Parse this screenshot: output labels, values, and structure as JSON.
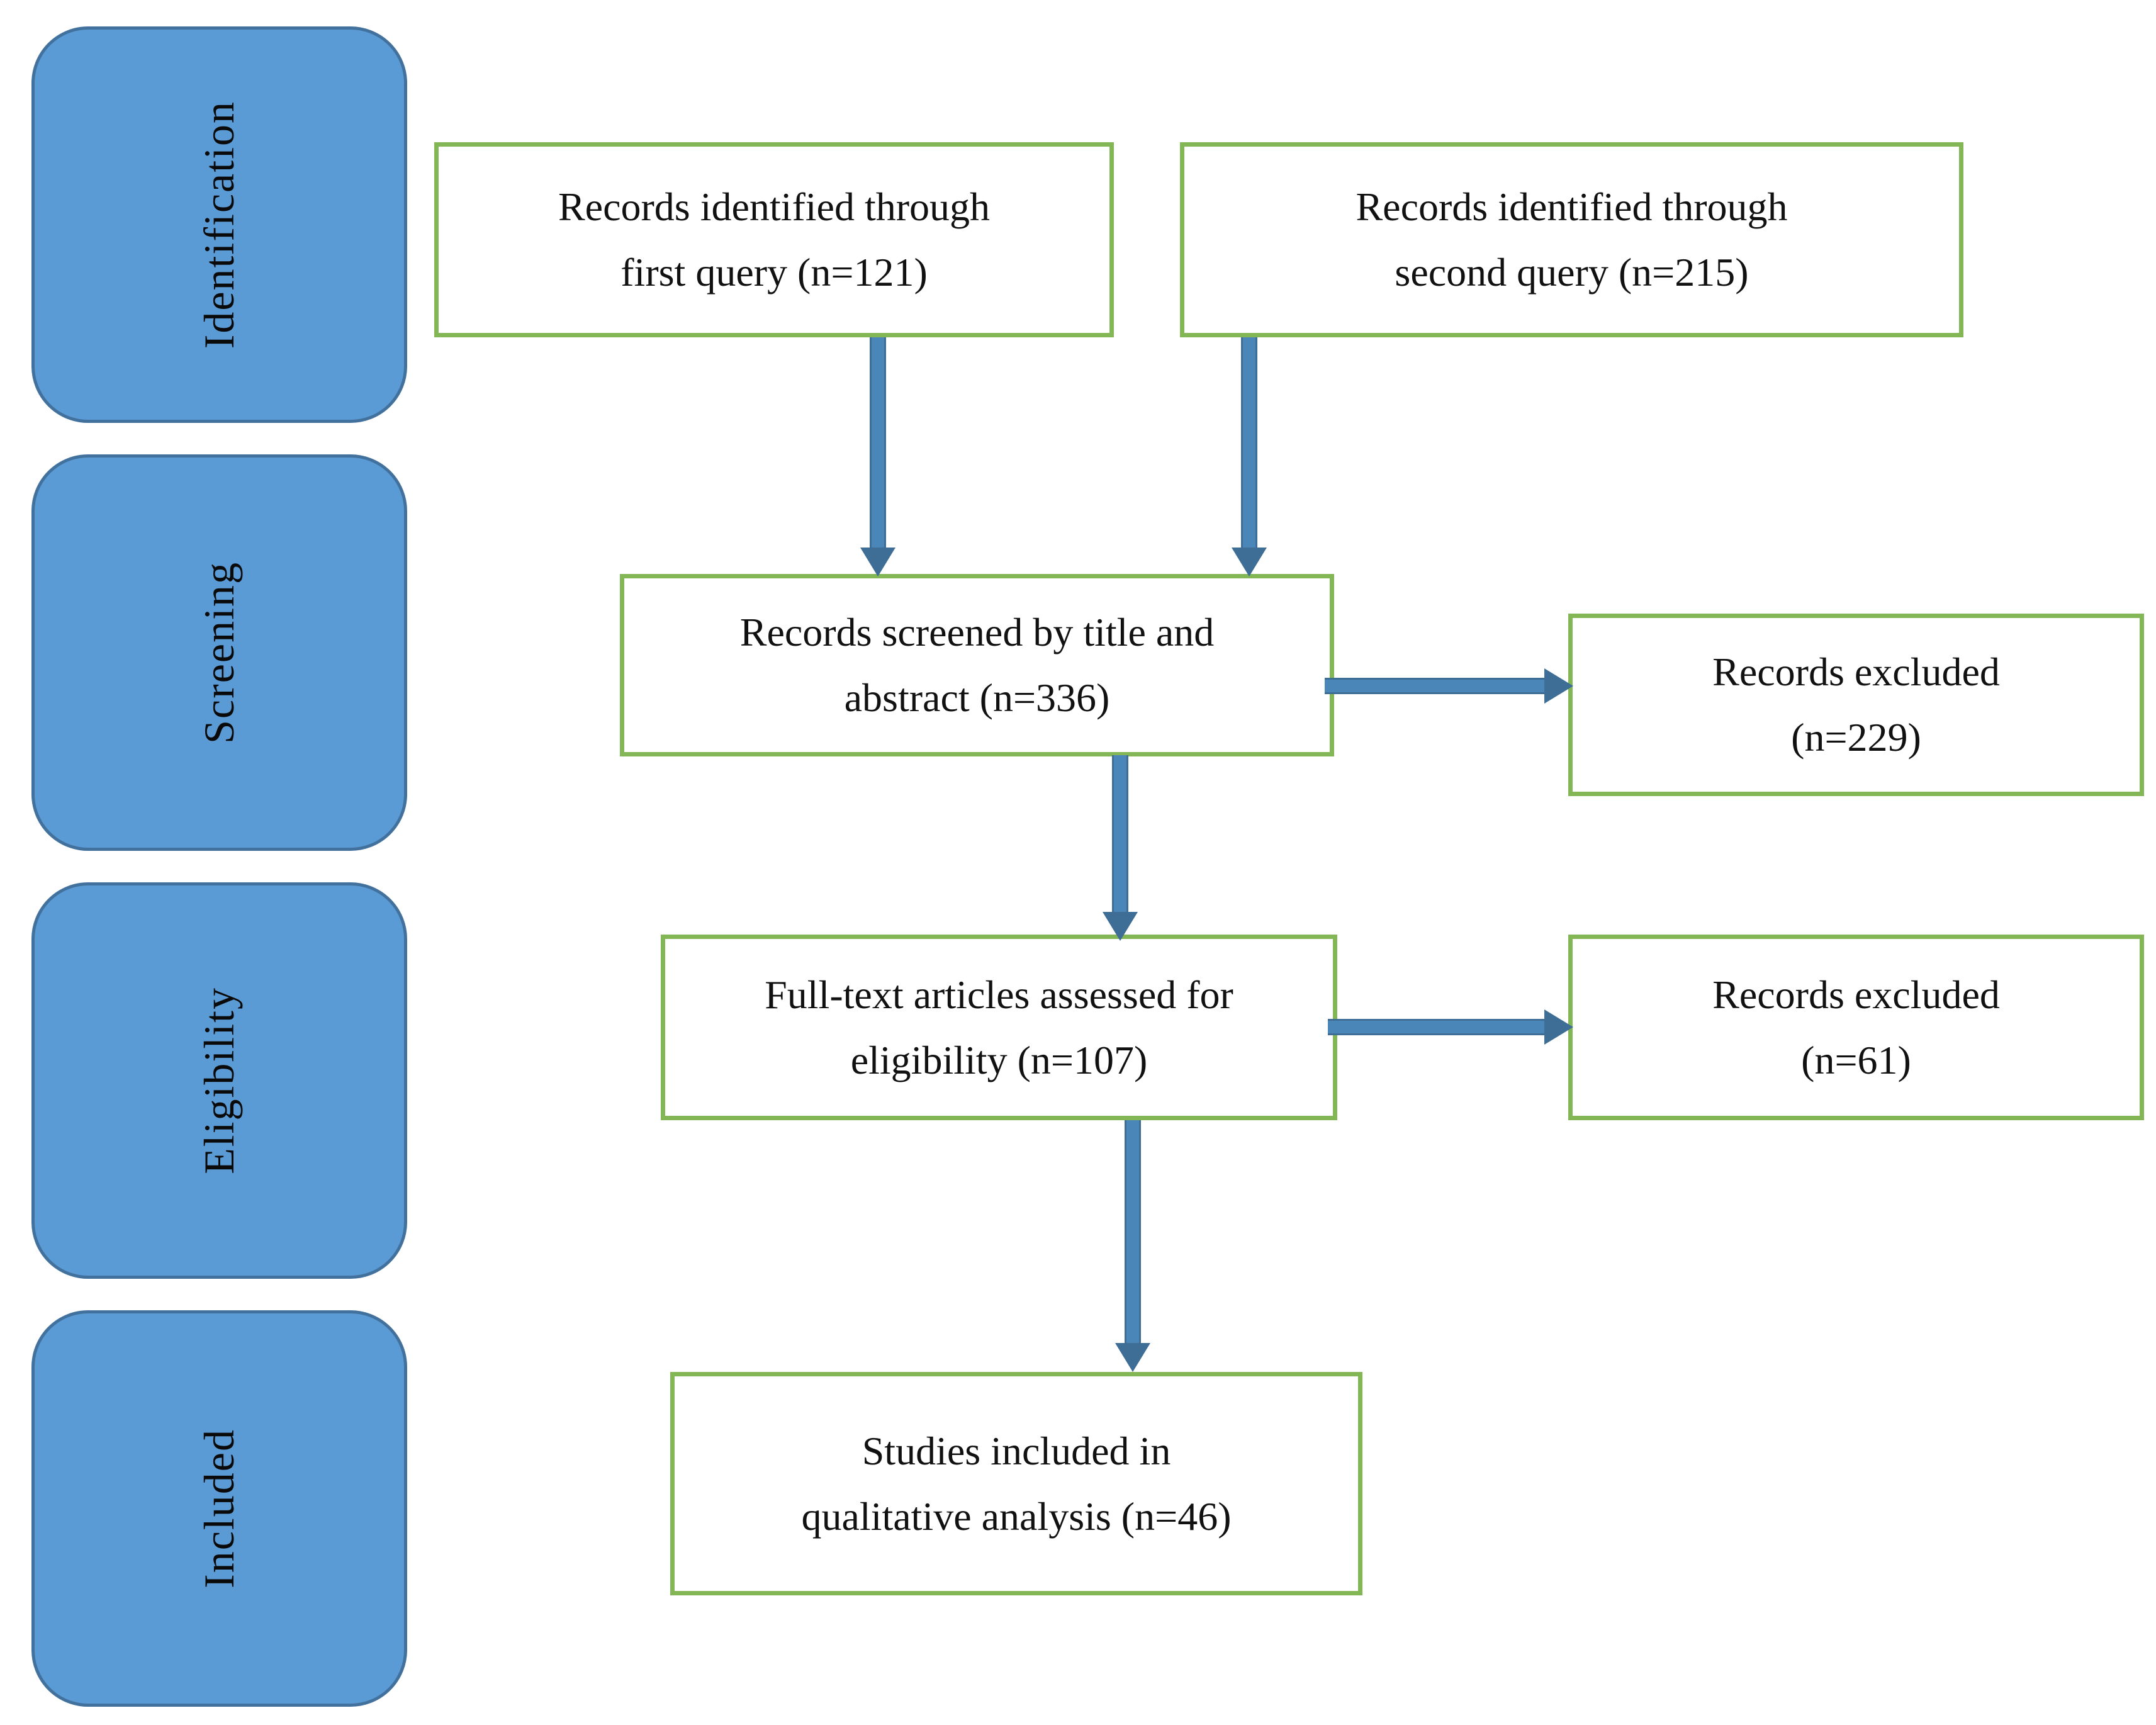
{
  "diagram": {
    "type": "prisma-flow-diagram",
    "colors": {
      "stage_fill": "#5B9BD5",
      "stage_border": "#41719C",
      "box_border": "#83B755",
      "box_fill": "#FFFFFF",
      "arrow": "#4A86B8",
      "arrow_outline": "#3E6E96",
      "text": "#111111"
    },
    "stages": [
      {
        "id": "identification",
        "label": "Identification"
      },
      {
        "id": "screening",
        "label": "Screening"
      },
      {
        "id": "eligibility",
        "label": "Eligibility"
      },
      {
        "id": "included",
        "label": "Included"
      }
    ],
    "nodes": [
      {
        "id": "first-query",
        "stage": "identification",
        "line1": "Records identified through",
        "line2": "first query (n=121)",
        "n": 121
      },
      {
        "id": "second-query",
        "stage": "identification",
        "line1": "Records identified through",
        "line2": "second query (n=215)",
        "n": 215
      },
      {
        "id": "screened",
        "stage": "screening",
        "line1": "Records screened by title and",
        "line2": "abstract (n=336)",
        "n": 336
      },
      {
        "id": "excluded-screening",
        "stage": "screening",
        "line1": "Records excluded",
        "line2": "(n=229)",
        "n": 229
      },
      {
        "id": "fulltext",
        "stage": "eligibility",
        "line1": "Full-text articles assessed for",
        "line2": "eligibility (n=107)",
        "n": 107
      },
      {
        "id": "excluded-eligibility",
        "stage": "eligibility",
        "line1": "Records excluded",
        "line2": "(n=61)",
        "n": 61
      },
      {
        "id": "included-studies",
        "stage": "included",
        "line1": "Studies included in",
        "line2": "qualitative analysis (n=46)",
        "n": 46
      }
    ],
    "edges": [
      {
        "id": "first-query-to-screened",
        "from": "first-query",
        "to": "screened",
        "direction": "down"
      },
      {
        "id": "second-query-to-screened",
        "from": "second-query",
        "to": "screened",
        "direction": "down"
      },
      {
        "id": "screened-to-excluded",
        "from": "screened",
        "to": "excluded-screening",
        "direction": "right"
      },
      {
        "id": "screened-to-fulltext",
        "from": "screened",
        "to": "fulltext",
        "direction": "down"
      },
      {
        "id": "fulltext-to-excluded",
        "from": "fulltext",
        "to": "excluded-eligibility",
        "direction": "right"
      },
      {
        "id": "fulltext-to-included",
        "from": "fulltext",
        "to": "included-studies",
        "direction": "down"
      }
    ]
  }
}
